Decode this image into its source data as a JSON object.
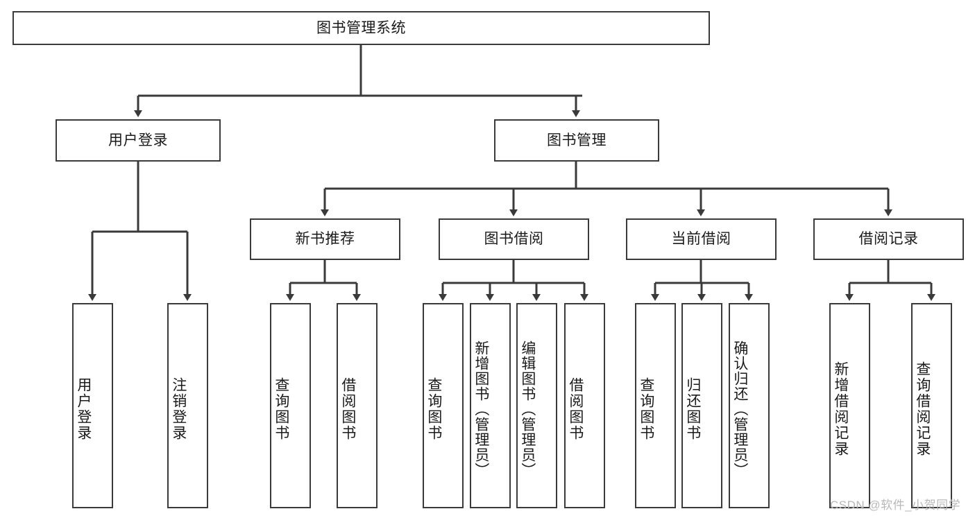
{
  "diagram": {
    "title_node": {
      "label": "图书管理系统"
    },
    "level2": [
      {
        "id": "user-login",
        "label": "用户登录"
      },
      {
        "id": "book-management",
        "label": "图书管理"
      }
    ],
    "level3": [
      {
        "id": "new-book-recommend",
        "label": "新书推荐"
      },
      {
        "id": "book-borrow",
        "label": "图书借阅"
      },
      {
        "id": "current-borrow",
        "label": "当前借阅"
      },
      {
        "id": "borrow-record",
        "label": "借阅记录"
      }
    ],
    "leaves": {
      "user_login": [
        {
          "id": "leaf-user-login",
          "label": "用户登录"
        },
        {
          "id": "leaf-logout-login",
          "label": "注销登录"
        }
      ],
      "new_book_recommend": [
        {
          "id": "leaf-query-book-1",
          "label": "查询图书"
        },
        {
          "id": "leaf-borrow-book-1",
          "label": "借阅图书"
        }
      ],
      "book_borrow": [
        {
          "id": "leaf-query-book-2",
          "label": "查询图书"
        },
        {
          "id": "leaf-add-book",
          "label": "新增图书（管理员）"
        },
        {
          "id": "leaf-edit-book",
          "label": "编辑图书（管理员）"
        },
        {
          "id": "leaf-borrow-book-2",
          "label": "借阅图书"
        }
      ],
      "current_borrow": [
        {
          "id": "leaf-query-book-3",
          "label": "查询图书"
        },
        {
          "id": "leaf-return-book",
          "label": "归还图书"
        },
        {
          "id": "leaf-confirm-return",
          "label": "确认归还（管理员）"
        }
      ],
      "borrow_record": [
        {
          "id": "leaf-add-record",
          "label": "新增借阅记录"
        },
        {
          "id": "leaf-query-record",
          "label": "查询借阅记录"
        }
      ]
    },
    "watermark": "CSDN @软件_小贺同学",
    "colors": {
      "stroke": "#3a3a3a",
      "background": "#ffffff",
      "text": "#1a1a1a",
      "watermark": "#b8b8b8"
    }
  }
}
